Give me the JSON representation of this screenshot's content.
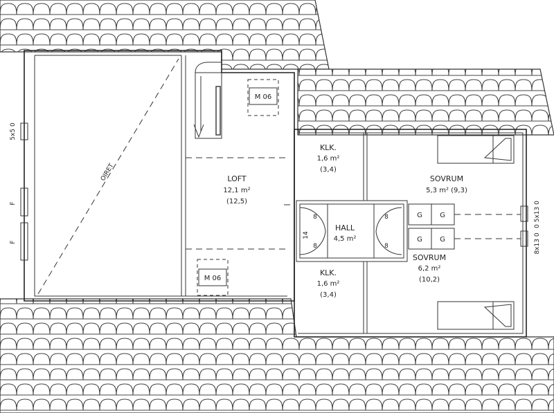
{
  "plan": {
    "rooms": {
      "loft": {
        "name": "LOFT",
        "area": "12,1 m²",
        "gross": "(12,5)"
      },
      "closet_top": {
        "name": "KLK.",
        "area": "1,6 m²",
        "gross": "(3,4)"
      },
      "closet_bottom": {
        "name": "KLK.",
        "area": "1,6 m²",
        "gross": "(3,4)"
      },
      "hall": {
        "name": "HALL",
        "area": "4,5 m²"
      },
      "bedroom_top": {
        "name": "SOVRUM",
        "area": "5,3 m² (9,3)"
      },
      "bedroom_bottom": {
        "name": "SOVRUM",
        "area": "6,2 m²",
        "gross": "(10,2)"
      }
    },
    "attic_label": "OIRET",
    "vent_labels": {
      "top": "M 06",
      "bottom": "M 06"
    },
    "window_labels": {
      "left_top": "5x5 0",
      "right_top": "0 5x13 0",
      "right_bottom": "8x13 0"
    },
    "side_markers": {
      "f_upper": "F",
      "f_lower": "F"
    },
    "door_widths": {
      "hall_left_top": "8",
      "hall_left_bottom": "8",
      "hall_right_top": "8",
      "hall_right_bottom": "8",
      "hall_side": "14"
    },
    "closet_letters": [
      "G",
      "G",
      "G",
      "G"
    ]
  }
}
